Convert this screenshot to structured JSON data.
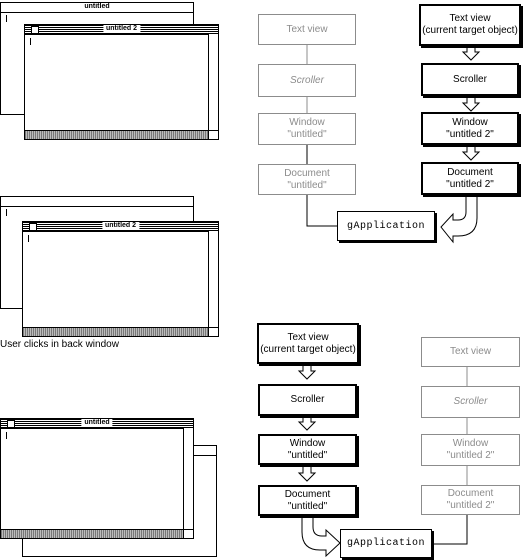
{
  "caption": "User clicks in back window",
  "windows": {
    "untitled": "untitled",
    "untitled2": "untitled 2"
  },
  "chain_labels": {
    "text_view": "Text view",
    "text_view_target_line1": "Text view",
    "text_view_target_line2": "(current target object)",
    "scroller": "Scroller",
    "window": "Window",
    "window_untitled": "\"untitled\"",
    "window_untitled2": "\"untitled 2\"",
    "document": "Document",
    "document_untitled": "\"untitled\"",
    "document_untitled2": "\"untitled 2\"",
    "gapplication": "gApplication"
  },
  "colors": {
    "active": "#000000",
    "inactive": "#8c8c8c"
  }
}
